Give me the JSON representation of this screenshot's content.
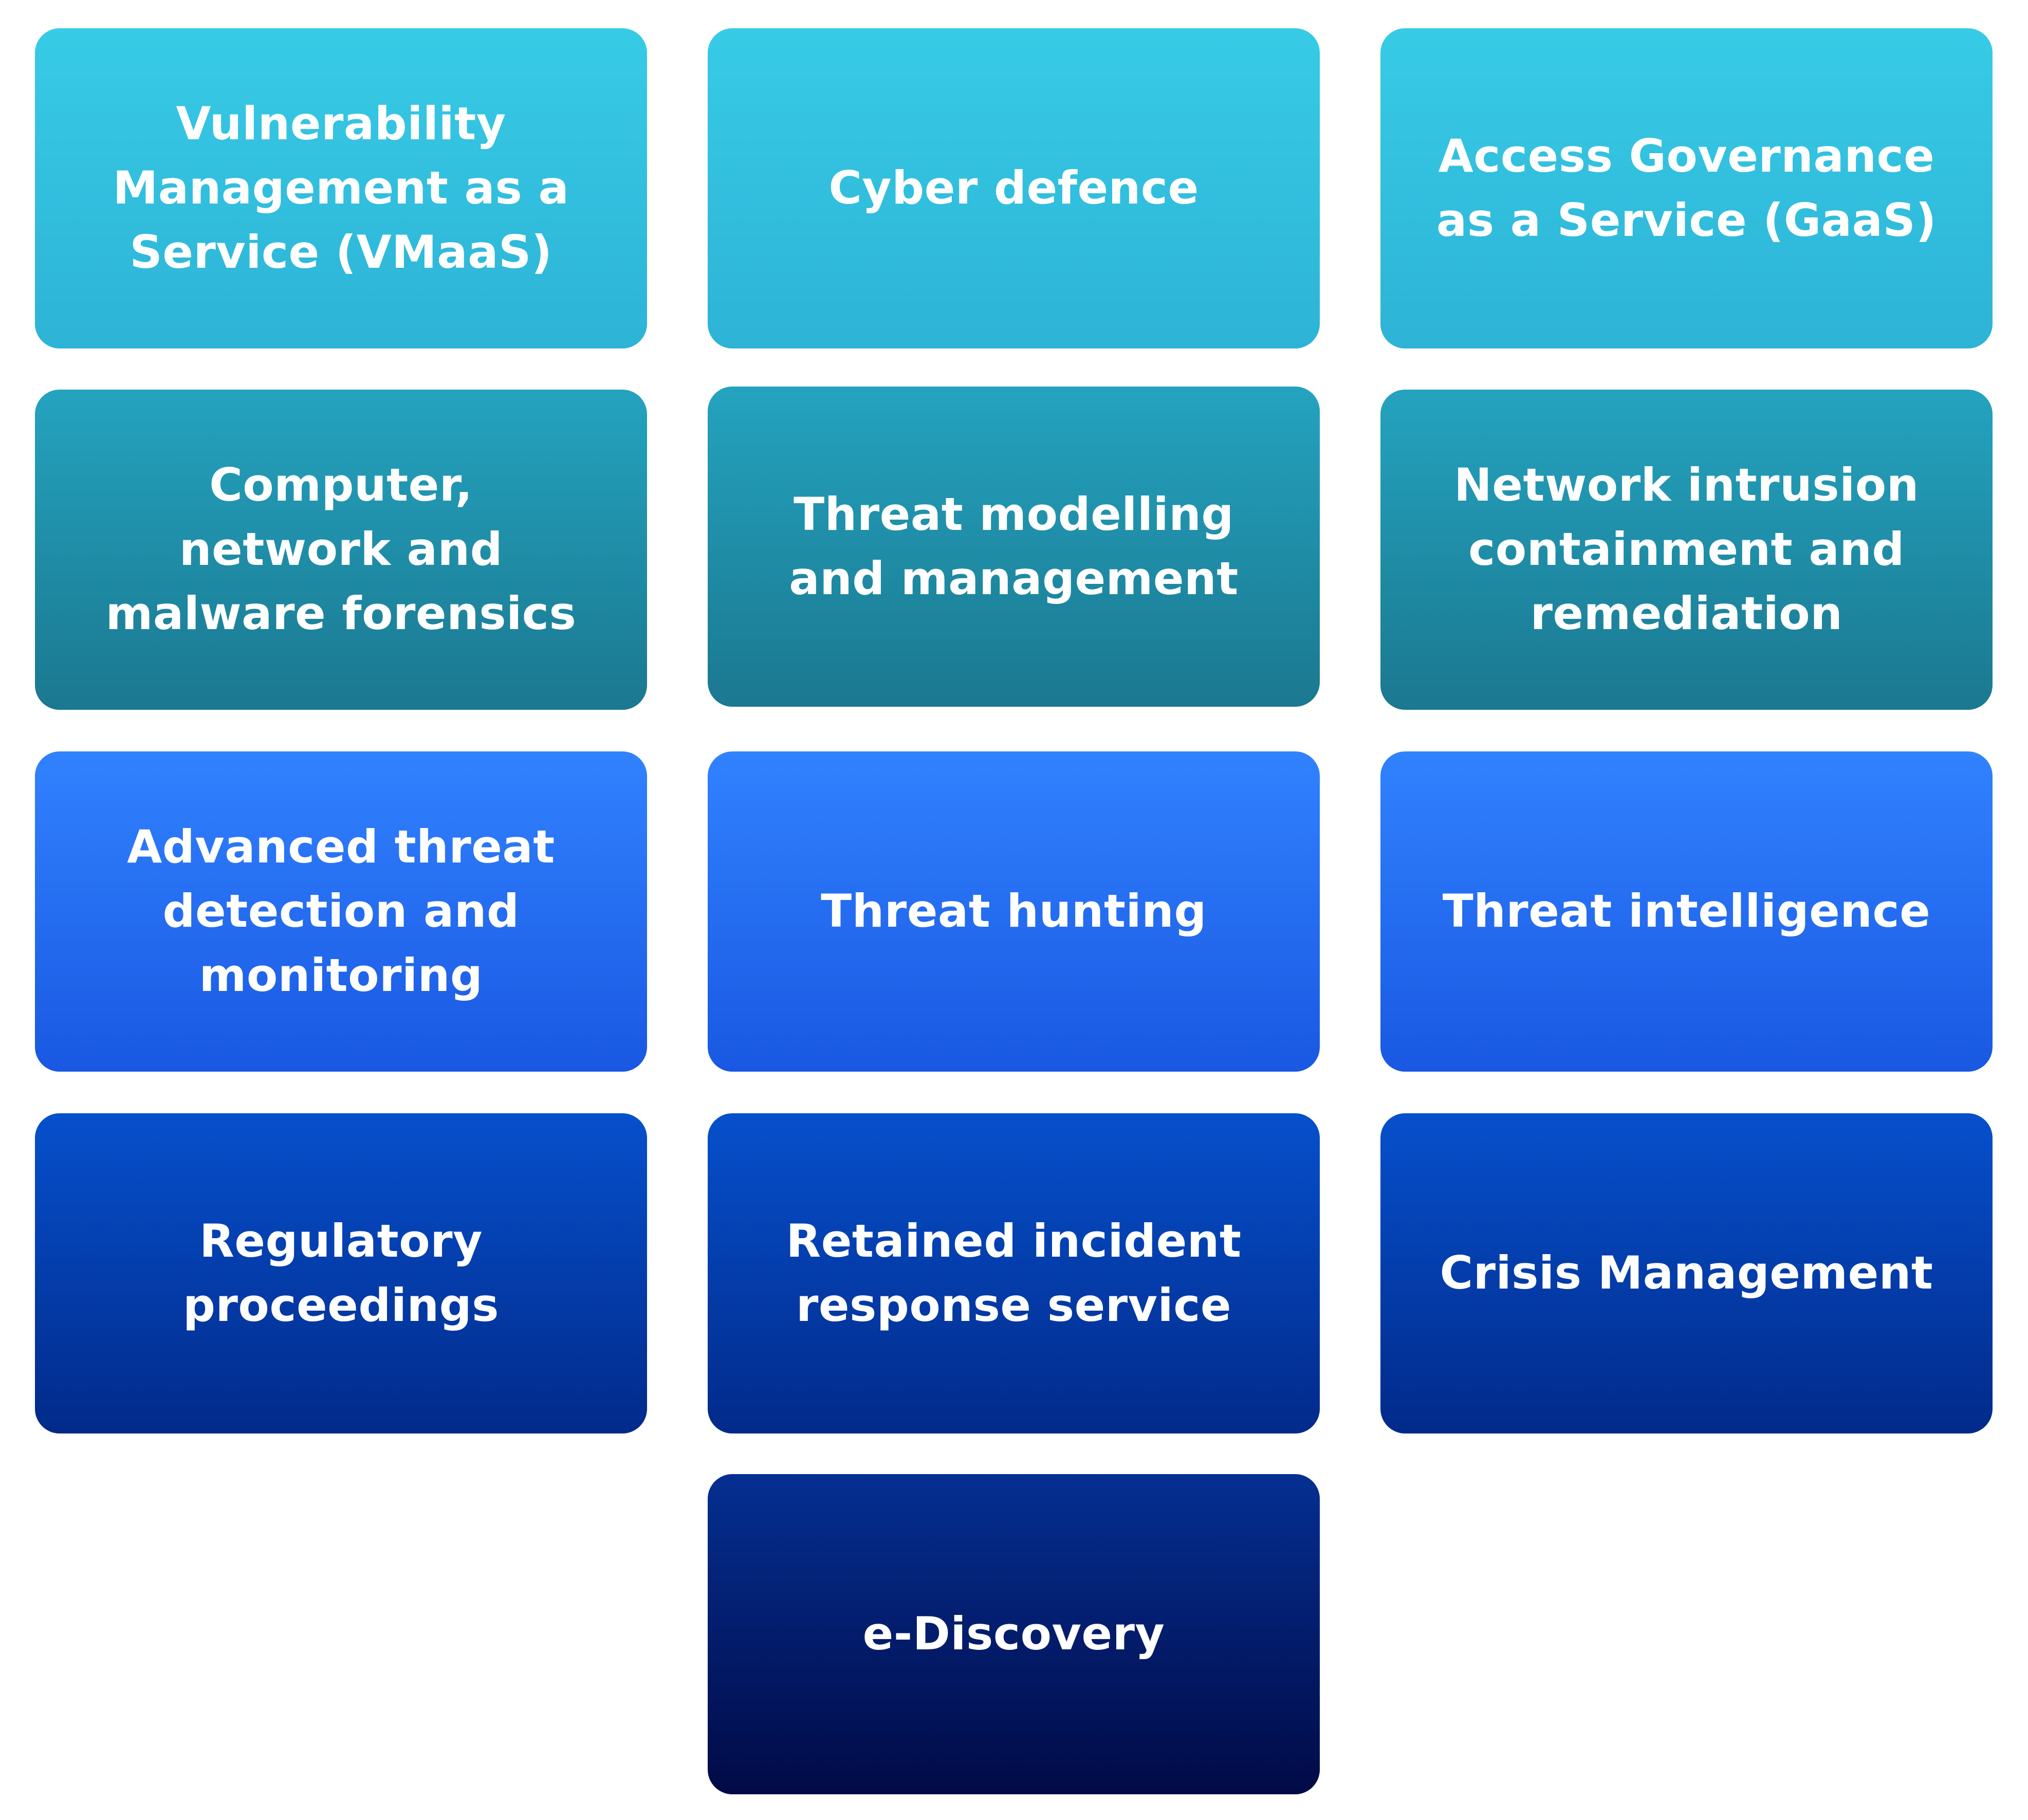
{
  "tiles": [
    {
      "label": "Vulnerability\nManagement as a\nService (VMaaS)",
      "color": "#33c4e3"
    },
    {
      "label": "Cyber defence",
      "color": "#33c4e3"
    },
    {
      "label": "Access Governance\nas a Service (GaaS)",
      "color": "#33c4e3"
    },
    {
      "label": "Computer,\nnetwork and\nmalware forensics",
      "color": "#1f8ea9"
    },
    {
      "label": "Threat modelling\nand management",
      "color": "#1f8ea9"
    },
    {
      "label": "Network intrusion\ncontainment and\nremediation",
      "color": "#1f8ea9"
    },
    {
      "label": "Advanced threat\ndetection and\nmonitoring",
      "color": "#2670f2"
    },
    {
      "label": "Threat hunting",
      "color": "#2670f2"
    },
    {
      "label": "Threat intelligence",
      "color": "#2670f2"
    },
    {
      "label": "Regulatory\nproceedings",
      "color": "#043db0"
    },
    {
      "label": "Retained incident\nresponse service",
      "color": "#043db0"
    },
    {
      "label": "Crisis Management",
      "color": "#043db0"
    },
    {
      "label": "e-Discovery",
      "color": "#031b6c"
    }
  ]
}
